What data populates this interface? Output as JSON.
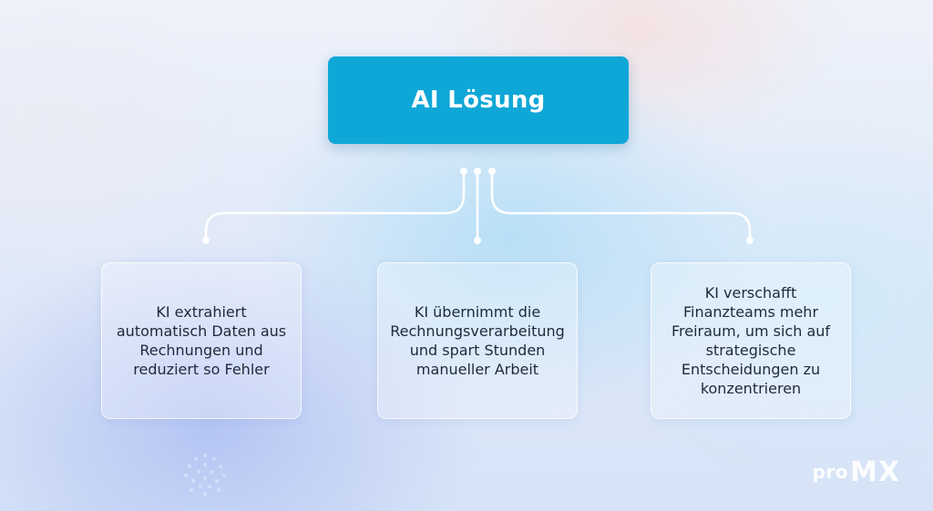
{
  "diagram": {
    "root": {
      "label": "AI Lösung"
    },
    "cards": [
      {
        "text": "KI extrahiert automatisch Daten aus Rechnungen und reduziert so Fehler"
      },
      {
        "text": "KI übernimmt die Rechnungsverarbeitung und spart Stunden manueller Arbeit"
      },
      {
        "text": "KI verschafft Finanzteams mehr Freiraum, um sich auf strategische Entscheidungen zu konzentrieren"
      }
    ]
  },
  "branding": {
    "logo_prefix": "pro",
    "logo_main": "MX"
  },
  "colors": {
    "root_fill": "#0fa7d8",
    "connector": "#ffffff",
    "card_text": "#1e2a3a"
  }
}
